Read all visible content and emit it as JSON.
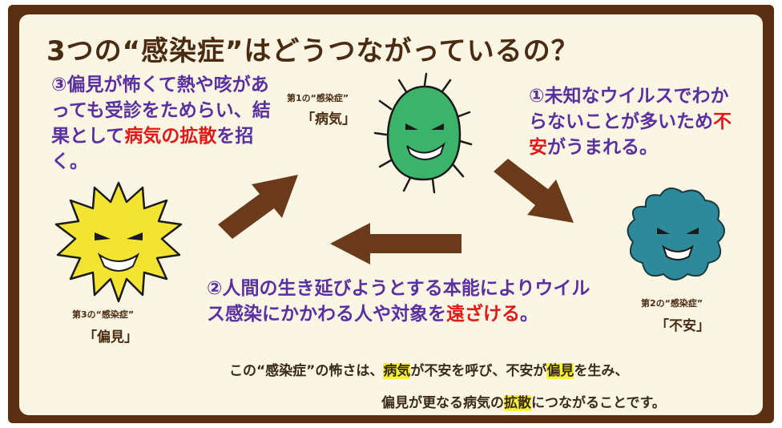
{
  "title": "3つの“感染症”はどうつながっているの？",
  "step3": {
    "p1": "③偏見が怖くて熱や咳があっても受診をためらい、結果として",
    "p2": "病気の拡散",
    "p3": "を招く。"
  },
  "step1": {
    "p1": "①未知なウイルスでわからないことが多いため",
    "p2": "不安",
    "p3": "がうまれる。"
  },
  "step2": {
    "p1": "②人間の生き延びようとする本能によりウイルス感染にかかわる人や対象を",
    "p2": "遠ざける",
    "p3": "。"
  },
  "germs": {
    "disease_caption": "第1の“感染症”",
    "disease_name": "「病気」",
    "anxiety_caption": "第2の“感染症”",
    "anxiety_name": "「不安」",
    "prejudice_caption": "第3の“感染症”",
    "prejudice_name": "「偏見」"
  },
  "summary": {
    "a": "この“感染症”の怖さは、",
    "b": "病気",
    "c": "が不安を呼び、不安が",
    "d": "偏見",
    "e": "を生み、",
    "f": "偏見が更なる病気の",
    "g": "拡散",
    "h": "につながることです。"
  },
  "colors": {
    "frame": "#5a2e12",
    "panel": "#fbf6e4",
    "arrow": "#6b3a1a",
    "disease_germ": "#3bb36a",
    "anxiety_germ": "#2e8a9a",
    "prejudice_germ": "#f2e430",
    "text_purple": "#5a2fa0",
    "text_red": "#e01818",
    "highlight": "#f7f13a"
  },
  "icons": [
    "green-germ-icon",
    "teal-germ-icon",
    "yellow-spiky-germ-icon",
    "arrow-up-right-icon",
    "arrow-down-right-icon",
    "arrow-left-icon"
  ]
}
